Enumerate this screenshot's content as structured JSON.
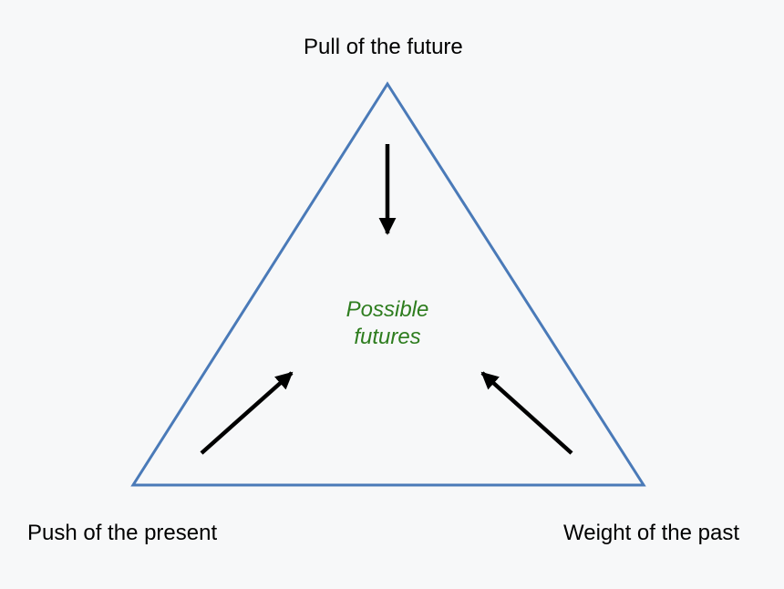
{
  "labels": {
    "top": "Pull of the future",
    "bottom_left": "Push of the present",
    "bottom_right": "Weight of the past"
  },
  "center": {
    "line1": "Possible",
    "line2": "futures"
  },
  "colors": {
    "background": "#f7f8f9",
    "triangle_stroke": "#4a7ab8",
    "arrow": "#000000",
    "center_text": "#2e7d1f",
    "label_text": "#000000"
  }
}
